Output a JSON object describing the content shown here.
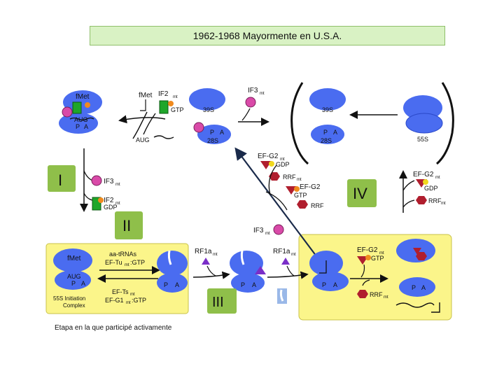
{
  "title": "1962-1968 Mayormente en U.S.A.",
  "caption": "Etapa en la que participé activamente",
  "stages": {
    "I": "I",
    "II": "II",
    "III": "III",
    "IV": "IV"
  },
  "labels": {
    "fmet": "fMet",
    "aug": "AUG",
    "p": "P",
    "a": "A",
    "if2": "IF2",
    "if3": "IF3",
    "mt": "mt",
    "gtp": "GTP",
    "gdp": "GDP",
    "s39": "39S",
    "s28": "28S",
    "s55": "55S",
    "efg2": "EF-G2",
    "rrf": "RRF",
    "rf1a": "RF1a",
    "aatrna": "aa-tRNAs",
    "eftu": "EF-Tu",
    "eftu_tail": ":GTP",
    "efts": "EF-Ts",
    "efg1": "EF-G1",
    "efg1_tail": ":GTP",
    "initiation_1": "55S Initiation",
    "initiation_2": "Complex"
  },
  "colors": {
    "ribosome": "#4a6cf0",
    "ribosome_dark": "#2a48c8",
    "stage_bg": "#8fbf4a",
    "yellow_panel": "#fbf58a",
    "green_factor": "#1fa62a",
    "pink_factor": "#d94aa8",
    "orange_dot": "#f08a1e",
    "rrf_red": "#b01e2e",
    "rf_purple": "#7a2ec8"
  },
  "icons": [
    "ribosome-icon",
    "trna-icon",
    "factor-icon",
    "mrna-icon",
    "arrow-icon"
  ]
}
